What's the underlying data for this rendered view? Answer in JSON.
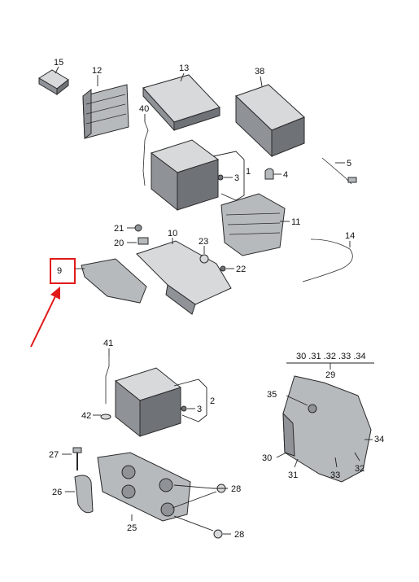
{
  "labels": {
    "l15": "15",
    "l12": "12",
    "l13": "13",
    "l38": "38",
    "l40": "40",
    "l3a": "3",
    "l1": "1",
    "l4": "4",
    "l5": "5",
    "l11": "11",
    "l21": "21",
    "l20": "20",
    "l10": "10",
    "l23": "23",
    "l14": "14",
    "l9": "9",
    "l22": "22",
    "l41": "41",
    "l2": "2",
    "l42": "42",
    "l3b": "3",
    "l29group": "30 .31 .32 .33 .34",
    "l29": "29",
    "l35": "35",
    "l30": "30",
    "l31": "31",
    "l33": "33",
    "l32": "32",
    "l34": "34",
    "l27": "27",
    "l26": "26",
    "l25": "25",
    "l28a": "28",
    "l28b": "28"
  },
  "highlight": {
    "color": "#e11919"
  },
  "colors": {
    "ink": "#111111",
    "accent": "#e11919"
  }
}
